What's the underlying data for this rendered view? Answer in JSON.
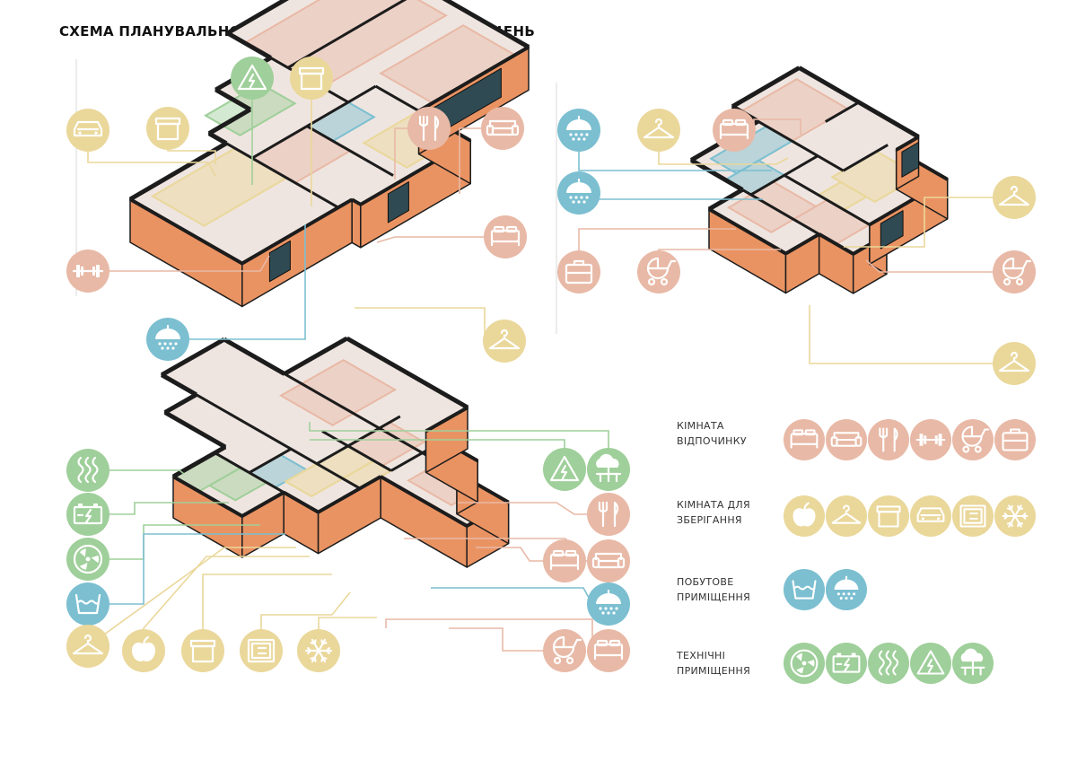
{
  "title": "СХЕМА ПЛАНУВАЛЬНОГО РІШЕННЯ. ФУНКЦІЯ ПРИМІЩЕНЬ",
  "colors": {
    "rest": "#e8b9a6",
    "storage": "#ead79a",
    "household": "#7bbfd1",
    "technical": "#9fcf9a",
    "brick": "#ea9362",
    "wall": "#1c1c1c",
    "floor": "#efe5e0"
  },
  "legend": [
    {
      "line1": "КІМНАТА",
      "line2": "ВІДПОЧИНКУ",
      "category": "rest",
      "icons": [
        "bed-icon",
        "sofa-icon",
        "cutlery-icon",
        "dumbbell-icon",
        "stroller-icon",
        "briefcase-icon"
      ]
    },
    {
      "line1": "КІМНАТА ДЛЯ",
      "line2": "ЗБЕРІГАННЯ",
      "category": "storage",
      "icons": [
        "apple-icon",
        "hanger-icon",
        "box-icon",
        "car-icon",
        "safe-icon",
        "snowflake-icon"
      ]
    },
    {
      "line1": "ПОБУТОВЕ",
      "line2": "ПРИМІЩЕННЯ",
      "category": "household",
      "icons": [
        "washing-icon",
        "shower-icon"
      ]
    },
    {
      "line1": "ТЕХНІЧНІ",
      "line2": "ПРИМІЩЕННЯ",
      "category": "technical",
      "icons": [
        "fan-icon",
        "battery-icon",
        "heating-icon",
        "electric-icon",
        "water-supply-icon"
      ]
    }
  ],
  "floors": [
    {
      "name": "ground-floor",
      "callouts": [
        {
          "icon": "car-icon",
          "category": "storage"
        },
        {
          "icon": "box-icon",
          "category": "storage"
        },
        {
          "icon": "electric-icon",
          "category": "technical"
        },
        {
          "icon": "box-icon",
          "category": "storage"
        },
        {
          "icon": "cutlery-icon",
          "category": "rest"
        },
        {
          "icon": "sofa-icon",
          "category": "rest"
        },
        {
          "icon": "bed-icon",
          "category": "rest"
        },
        {
          "icon": "dumbbell-icon",
          "category": "rest"
        },
        {
          "icon": "shower-icon",
          "category": "household"
        },
        {
          "icon": "hanger-icon",
          "category": "storage"
        }
      ]
    },
    {
      "name": "upper-floor",
      "callouts": [
        {
          "icon": "shower-icon",
          "category": "household"
        },
        {
          "icon": "hanger-icon",
          "category": "storage"
        },
        {
          "icon": "bed-icon",
          "category": "rest"
        },
        {
          "icon": "shower-icon",
          "category": "household"
        },
        {
          "icon": "hanger-icon",
          "category": "storage"
        },
        {
          "icon": "briefcase-icon",
          "category": "rest"
        },
        {
          "icon": "stroller-icon",
          "category": "rest"
        },
        {
          "icon": "stroller-icon",
          "category": "rest"
        },
        {
          "icon": "hanger-icon",
          "category": "storage"
        }
      ]
    },
    {
      "name": "basement",
      "callouts": [
        {
          "icon": "heating-icon",
          "category": "technical"
        },
        {
          "icon": "battery-icon",
          "category": "technical"
        },
        {
          "icon": "fan-icon",
          "category": "technical"
        },
        {
          "icon": "washing-icon",
          "category": "household"
        },
        {
          "icon": "hanger-icon",
          "category": "storage"
        },
        {
          "icon": "apple-icon",
          "category": "storage"
        },
        {
          "icon": "box-icon",
          "category": "storage"
        },
        {
          "icon": "safe-icon",
          "category": "storage"
        },
        {
          "icon": "snowflake-icon",
          "category": "storage"
        },
        {
          "icon": "electric-icon",
          "category": "technical"
        },
        {
          "icon": "water-supply-icon",
          "category": "technical"
        },
        {
          "icon": "cutlery-icon",
          "category": "rest"
        },
        {
          "icon": "bed-icon",
          "category": "rest"
        },
        {
          "icon": "sofa-icon",
          "category": "rest"
        },
        {
          "icon": "shower-icon",
          "category": "household"
        },
        {
          "icon": "stroller-icon",
          "category": "rest"
        },
        {
          "icon": "bed-icon",
          "category": "rest"
        }
      ]
    }
  ]
}
